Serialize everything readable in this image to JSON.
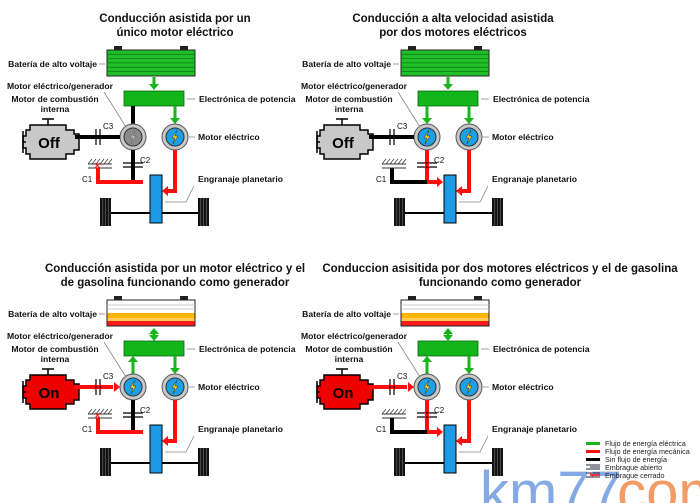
{
  "colors": {
    "electric_flow": "#16b51c",
    "mechanical_flow": "#ff0d0d",
    "no_flow": "#000000",
    "battery_full": "#1fbf2a",
    "battery_orange": "#ffb400",
    "battery_red": "#ff1a1a",
    "motor_blue": "#1ca0e8",
    "gear_blue": "#1c9ae6",
    "engine_off": "#c8c8c8",
    "engine_on": "#ee0000",
    "power_electronics": "#12b51a",
    "watermark_blue": "#6f9be0",
    "watermark_orange": "#f08a4a"
  },
  "panels": [
    {
      "title_line1": "Conducción asistida por un",
      "title_line2": "único motor eléctrico",
      "engine_state": "Off",
      "battery_state": "full",
      "generator_active": false
    },
    {
      "title_line1": "Conducción a alta velocidad asistida",
      "title_line2": "por dos motores eléctricos",
      "engine_state": "Off",
      "battery_state": "full",
      "generator_active": true
    },
    {
      "title_line1": "Conducción asistida por un motor eléctrico y el",
      "title_line2": "de gasolina funcionando como generador",
      "engine_state": "On",
      "battery_state": "partial",
      "generator_active": true
    },
    {
      "title_line1": "Conduccion asisitida por dos motores eléctricos y el de gasolina",
      "title_line2": "funcionando como generador",
      "engine_state": "On",
      "battery_state": "partial",
      "generator_active": true
    }
  ],
  "labels": {
    "battery": "Batería de alto voltaje",
    "motor_generator": "Motor eléctrico/generador",
    "ice_line1": "Motor de combustión",
    "ice_line2": "interna",
    "power_electronics": "Electrónica de potencia",
    "electric_motor": "Motor eléctrico",
    "planetary_gear": "Engranaje planetario",
    "c1": "C1",
    "c2": "C2",
    "c3": "C3",
    "battery_minus": "−",
    "battery_plus": "+"
  },
  "legend": [
    {
      "label": "Flujo de energía eléctrica",
      "icon": "green-line"
    },
    {
      "label": "Flujo de energía mecánica",
      "icon": "red-line"
    },
    {
      "label": "Sin flujo de energía",
      "icon": "black-line"
    },
    {
      "label": "Embrague abierto",
      "icon": "clutch-open"
    },
    {
      "label": "Embrague cerrado",
      "icon": "clutch-closed"
    }
  ],
  "watermark": {
    "part1": "km77",
    "part2": ".com"
  }
}
